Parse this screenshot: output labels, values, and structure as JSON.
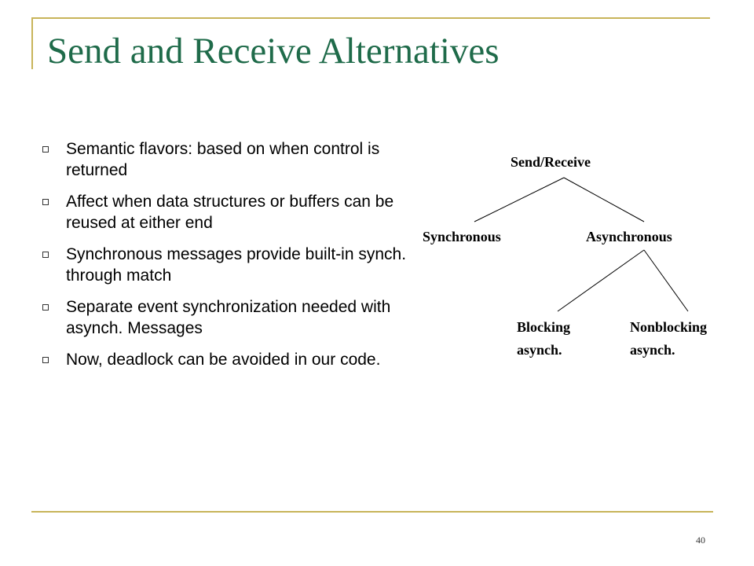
{
  "slide": {
    "title": "Send and Receive Alternatives",
    "bullets": [
      "Semantic flavors: based on when control is returned",
      "Affect when data structures or buffers can be reused at either end",
      "Synchronous messages provide built-in synch. through match",
      "Separate event synchronization needed with asynch. Messages",
      "Now, deadlock can be avoided in our code."
    ],
    "page_number": "40"
  },
  "diagram": {
    "root": "Send/Receive",
    "synchronous": "Synchronous",
    "asynchronous": "Asynchronous",
    "blocking_line1": "Blocking",
    "blocking_line2": "asynch.",
    "nonblocking_line1": "Nonblocking",
    "nonblocking_line2": "asynch."
  },
  "colors": {
    "title": "#1f6b4a",
    "frame": "#c8b45a"
  }
}
